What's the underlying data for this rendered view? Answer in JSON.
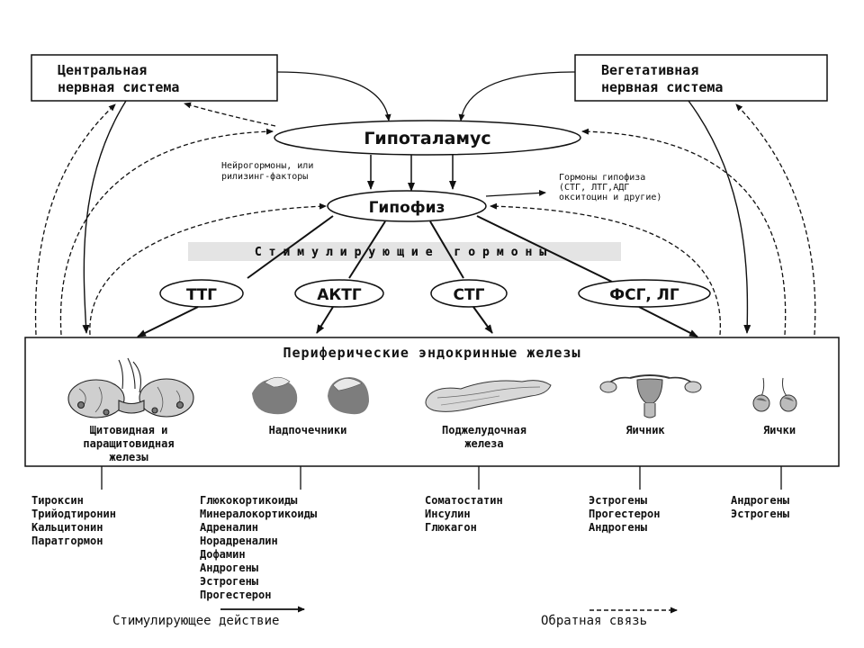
{
  "nodes": {
    "cns": [
      "Центральная",
      "нервная система"
    ],
    "ans": [
      "Вегетативная",
      "нервная система"
    ],
    "hypothalamus": "Гипоталамус",
    "pituitary": "Гипофиз",
    "neurohormones": [
      "Нейрогормоны, или",
      "рилизинг-факторы"
    ],
    "pituitary_hormones": [
      "Гормоны гипофиза",
      "(СТГ, ЛТГ,АДГ",
      "окситоцин и другие)"
    ],
    "stimulating": "Стимулирующие гормоны",
    "tropic": [
      "ТТГ",
      "АКТГ",
      "СТГ",
      "ФСГ, ЛГ"
    ],
    "peripheral_title": "Периферические эндокринные железы"
  },
  "glands": [
    {
      "name": [
        "Щитовидная и",
        "паращитовидная",
        "железы"
      ]
    },
    {
      "name": [
        "Надпочечники"
      ]
    },
    {
      "name": [
        "Поджелудочная",
        "железа"
      ]
    },
    {
      "name": [
        "Яичник"
      ]
    },
    {
      "name": [
        "Яички"
      ]
    }
  ],
  "hormones": [
    [
      "Тироксин",
      "Трийодтиронин",
      "Кальцитонин",
      "Паратгормон"
    ],
    [
      "Глюкокортикоиды",
      "Минералокортикоиды",
      "Адреналин",
      "Норадреналин",
      "Дофамин",
      "Андрогены",
      "Эстрогены",
      "Прогестерон"
    ],
    [
      "Соматостатин",
      "Инсулин",
      "Глюкагон"
    ],
    [
      "Эстрогены",
      "Прогестерон",
      "Андрогены"
    ],
    [
      "Андрогены",
      "Эстрогены"
    ]
  ],
  "legend": {
    "stimulating": "Стимулирующее действие",
    "feedback": "Обратная связь"
  }
}
